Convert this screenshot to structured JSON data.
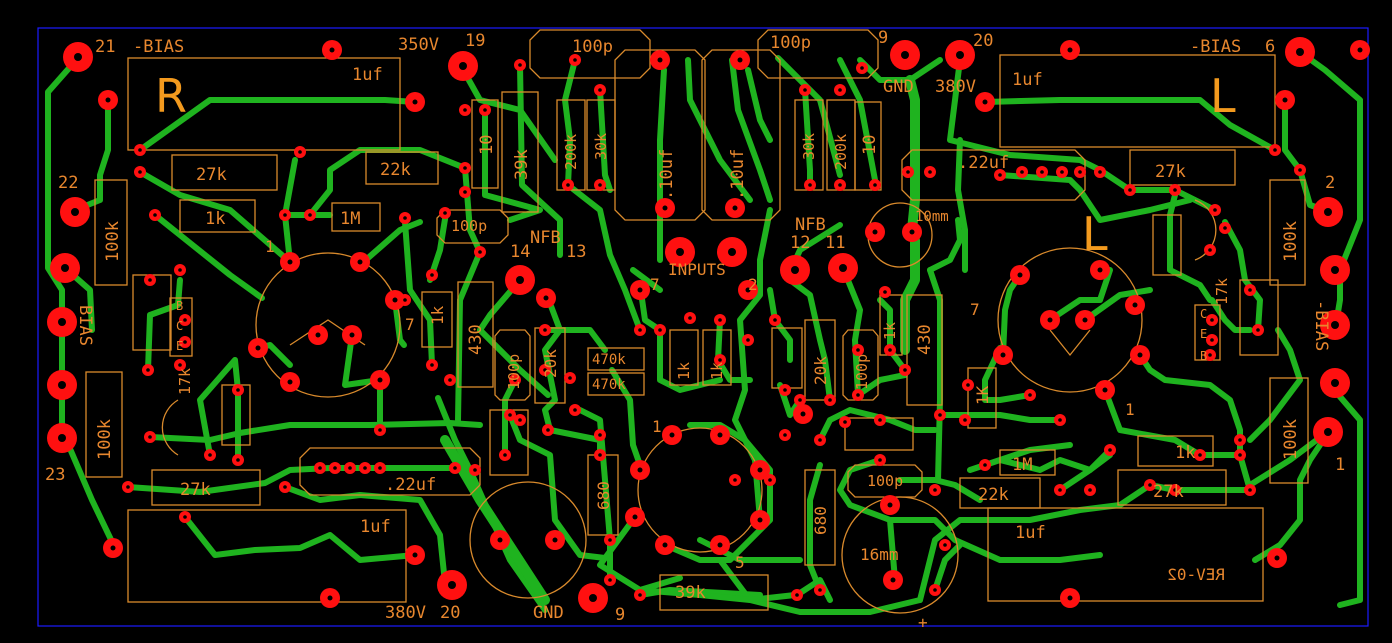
{
  "board": {
    "revision": "REV-02",
    "colors": {
      "background": "#000000",
      "copper": "#1fb31f",
      "pads": "#ff1010",
      "silkscreen": "#e8872e",
      "outline": "#1c1cff"
    },
    "channel_marks": {
      "right": "R",
      "left_top": "L",
      "left_mid": "L"
    },
    "terminals": {
      "t21": "21",
      "t22": "22",
      "t23": "23",
      "t19": "19",
      "t20b": "20",
      "t9b": "9",
      "t14": "14",
      "t13": "13",
      "t12": "12",
      "t11": "11",
      "t9t": "9",
      "t20t": "20",
      "t6": "6",
      "t2": "2",
      "t1": "1",
      "t7L": "7",
      "t7R": "7",
      "t1L": "1",
      "t1R": "1",
      "t1C": "1",
      "t5C": "5",
      "t7C": "7",
      "t2C": "2"
    },
    "nets": {
      "bias_tl": "-BIAS",
      "bias_tr": "-BIAS",
      "bias_l": "BIAS",
      "bias_r": "-BIAS",
      "v350": "350V",
      "v380t": "380V",
      "v380b": "380V",
      "gnd_t": "GND",
      "gnd_b": "GND",
      "nfb_l": "NFB",
      "nfb_r": "NFB",
      "inputs": "INPUTS"
    },
    "components": {
      "c1uf_tl": "1uf",
      "c1uf_tr": "1uf",
      "c1uf_bl": "1uf",
      "c1uf_br": "1uf",
      "r27k_l": "27k",
      "r22k_l": "22k",
      "r1k_l": "1k",
      "r1M_l": "1M",
      "r100k_l1": "100k",
      "r100k_l2": "100k",
      "r27k_lb": "27k",
      "r27k_r": "27k",
      "r22k_r": "22k",
      "r1k_r": "1k",
      "r1M_r": "1M",
      "r100k_r1": "100k",
      "r100k_r2": "100k",
      "r27k_rb": "27k",
      "c100p_tl": "100p",
      "c100p_tr": "100p",
      "c100p_l": "100p",
      "c100p_r": "100p",
      "c100p_ml": "100p",
      "c100p_mr": "100p",
      "r39k_t": "39k",
      "r39k_b": "39k",
      "r10_l": "10",
      "r10_r": "10",
      "r200k_l": "200k",
      "r200k_r": "200k",
      "r30k_l": "30k",
      "r30k_r": "30k",
      "c10uf_l": ".10uf",
      "c10uf_r": ".10uf",
      "c22uf_tr": ".22uf",
      "c22uf_bl": ".22uf",
      "r430_l": "430",
      "r430_r": "430",
      "r1k_vl": "1k",
      "r1k_vr": "1K",
      "r20k_l": "20k",
      "r20k_r": "20k",
      "r470k_a": "470k",
      "r470k_b": "470k",
      "r1k_c1": "1k",
      "r1k_c2": "1k",
      "r680_l": "680",
      "r680_r": "680",
      "r17k_l": "17k",
      "r17k_r": "17k",
      "tube10": "10mm",
      "tube16": "16mm",
      "pin_B_l": "B",
      "pin_C_l": "C",
      "pin_E_l": "E",
      "pin_B_r": "B",
      "pin_C_r": "C",
      "pin_E_r": "E"
    }
  }
}
